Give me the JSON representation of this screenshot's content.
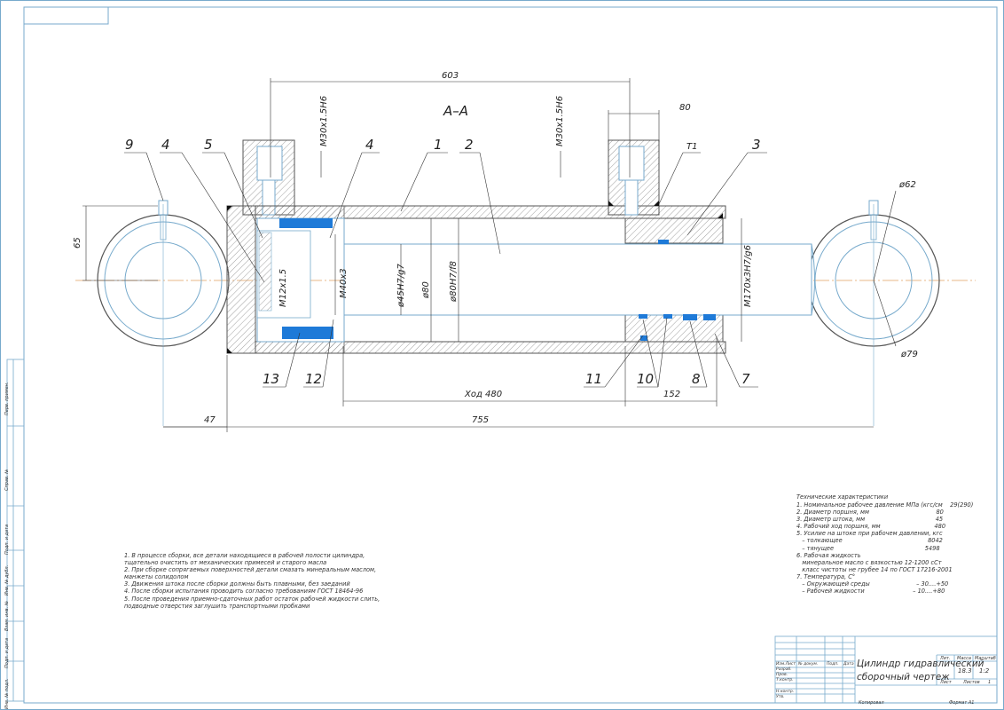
{
  "section_label": "А–А",
  "dimensions": {
    "overall_top": "603",
    "port_offset": "80",
    "port_thread_left": "М30х1.5Н6",
    "port_thread_right": "М30х1.5Н6",
    "eye_height": "65",
    "rod_thread": "М12х1.5",
    "piston_thread": "М40х3",
    "rod_dia": "ø45Н7/g7",
    "bore_inner": "ø80",
    "bore_fit": "ø80Н7/f8",
    "gland_thread": "М170х3Н7/g6",
    "eye_right_dia": "ø62",
    "eye_right_outer": "ø79",
    "stroke": "Ход 480",
    "gland_len": "152",
    "eye_left_len": "47",
    "overall_length": "755"
  },
  "part_numbers": [
    "9",
    "4",
    "5",
    "4",
    "1",
    "2",
    "Т1",
    "3",
    "13",
    "12",
    "11",
    "10",
    "8",
    "7"
  ],
  "tech_specs": {
    "title": "Технические характеристики",
    "lines": [
      "1. Номинальное рабочее давление МПа (кгс/см    29(290)",
      "2. Диаметр поршня, мм                                    80",
      "3. Диаметр штока, мм                                      45",
      "4. Рабочий ход поршня, мм                             480",
      "5. Усилие на штоке при рабочем давлении, кгс",
      "   – толкающее                                              8042",
      "   – тянущее                                                 5498",
      "6. Рабочая жидкость",
      "   минеральное масло с вязкостью 12-1200 сСт",
      "   класс чистоты не грубее 14 по ГОСТ 17216-2001",
      "7. Температура, С°",
      "   – Окружающей среды                         – 30....+50",
      "   – Рабочей жидкости                          – 10....+80"
    ]
  },
  "notes": [
    "1. В процессе сборки, все детали находящиеся в рабочей полости цилиндра,",
    "тщательно очистить от механических примесей и старого масла",
    "2. При сборке сопрягаемых поверхностей детали смазать минеральным маслом,",
    "манжеты солидолом",
    "3. Движения штока после сборки должны быть плавными, без заеданий",
    "4. После сборки испытания проводить согласно требованиям ГОСТ 18464-96",
    "5. После проведения приемно-сдаточных работ остаток рабочей жидкости слить,",
    "подводные отверстия заглушить транспортными пробками"
  ],
  "title_block": {
    "name_line1": "Цилиндр гидравлический",
    "name_line2": "сборочный чертеж",
    "mass": "18.3",
    "scale": "1:2",
    "lit_label": "Лит.",
    "mass_label": "Масса",
    "scale_label": "Масштаб",
    "sheet_label": "Лист",
    "sheets_label": "Листов",
    "sheets": "1",
    "rows": [
      "Изм.Лист",
      "№ докум.",
      "Подп.",
      "Дата"
    ],
    "roles": [
      "Разраб.",
      "Пров.",
      "Т.контр.",
      "Н.контр.",
      "Утв."
    ],
    "copied": "Копировал",
    "format": "Формат   А1"
  },
  "side_stamps": [
    "Перв. примен.",
    "Справ. №",
    "Подп. и дата",
    "Инв. № дубл.",
    "Взам. инв. №",
    "Подп. и дата",
    "Инв. № подл."
  ]
}
